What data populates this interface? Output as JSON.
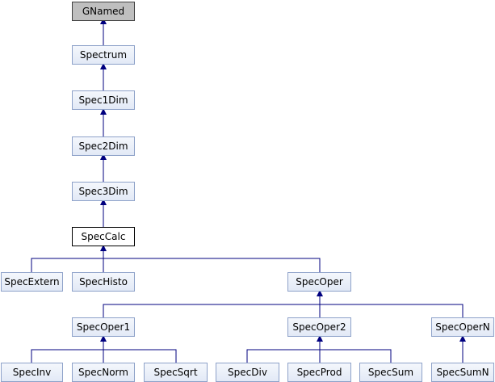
{
  "diagram": {
    "colors": {
      "edge": "#00007f",
      "node_border": "#8ea2c9",
      "node_fill": "#e2e9f6",
      "root_fill": "#bfbfbf",
      "current_fill": "#ffffff"
    },
    "nodes": {
      "gnamed": "GNamed",
      "spectrum": "Spectrum",
      "spec1dim": "Spec1Dim",
      "spec2dim": "Spec2Dim",
      "spec3dim": "Spec3Dim",
      "speccalc": "SpecCalc",
      "specextern": "SpecExtern",
      "spechisto": "SpecHisto",
      "specoper": "SpecOper",
      "specoper1": "SpecOper1",
      "specoper2": "SpecOper2",
      "specopern": "SpecOperN",
      "specinv": "SpecInv",
      "specnorm": "SpecNorm",
      "specsqrt": "SpecSqrt",
      "specdiv": "SpecDiv",
      "specprod": "SpecProd",
      "specsum": "SpecSum",
      "specsumn": "SpecSumN"
    }
  }
}
